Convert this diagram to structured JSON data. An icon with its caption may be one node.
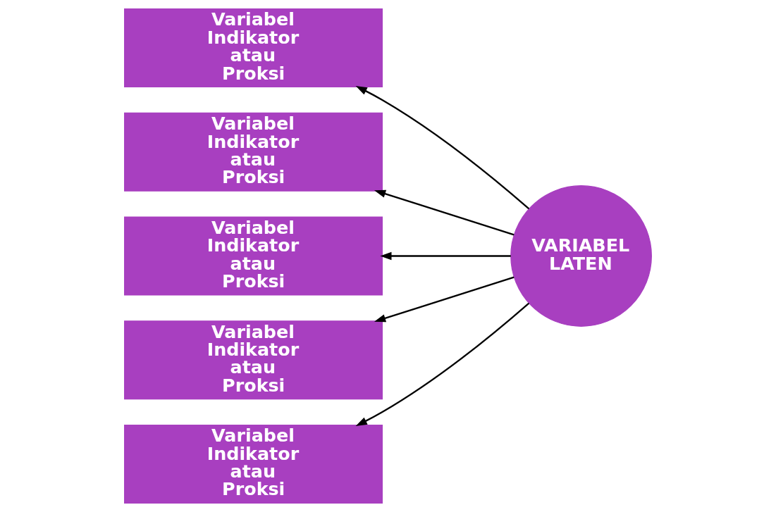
{
  "diagram": {
    "nodes": [
      {
        "text": [
          "Variabel Indikator atau Proksi"
        ]
      },
      {
        "text": [
          "Variabel Indikator atau Proksi"
        ]
      },
      {
        "text": [
          "Variabel Indikator atau Proksi"
        ]
      },
      {
        "text": [
          "Variabel Indikator atau Proksi"
        ]
      },
      {
        "text": [
          "Variabel Indikator atau Proksi"
        ]
      },
      {
        "text": [
          "VARIABEL LATEN"
        ]
      }
    ],
    "edges": [
      {
        "from": 5,
        "to": 0,
        "arrow": "to"
      },
      {
        "from": 5,
        "to": 1,
        "arrow": "to"
      },
      {
        "from": 5,
        "to": 2,
        "arrow": "to"
      },
      {
        "from": 5,
        "to": 3,
        "arrow": "to"
      },
      {
        "from": 5,
        "to": 4,
        "arrow": "to"
      }
    ]
  }
}
